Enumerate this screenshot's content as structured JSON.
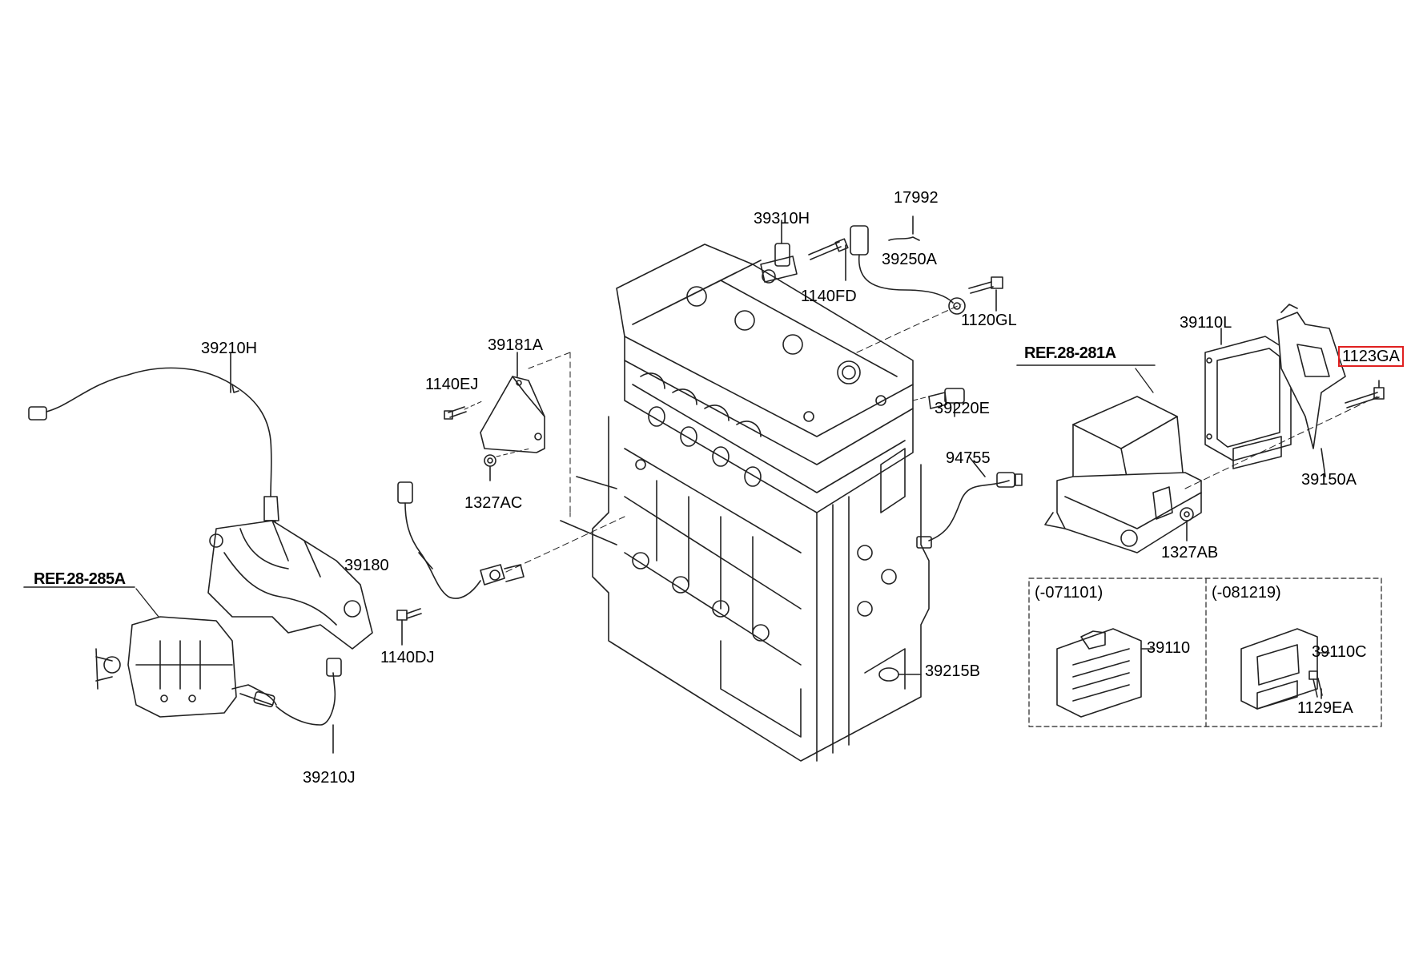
{
  "highlight_color": "#e02020",
  "labels": {
    "p39310H": "39310H",
    "p17992": "17992",
    "p39250A": "39250A",
    "p1140FD": "1140FD",
    "p1120GL": "1120GL",
    "p39210H": "39210H",
    "p39181A": "39181A",
    "p1140EJ": "1140EJ",
    "p1327AC": "1327AC",
    "p39220E": "39220E",
    "p94755": "94755",
    "p39180": "39180",
    "p1140DJ": "1140DJ",
    "p39215B": "39215B",
    "p39210J": "39210J",
    "p39110L": "39110L",
    "p1123GA": "1123GA",
    "p39150A": "39150A",
    "p1327AB": "1327AB",
    "p39110": "39110",
    "p39110C": "39110C",
    "p1129EA": "1129EA"
  },
  "refs": {
    "ref_281A": "REF.28-281A",
    "ref_285A": "REF.28-285A"
  },
  "variants": {
    "left_range": "(-071101)",
    "right_range": "(-081219)"
  }
}
